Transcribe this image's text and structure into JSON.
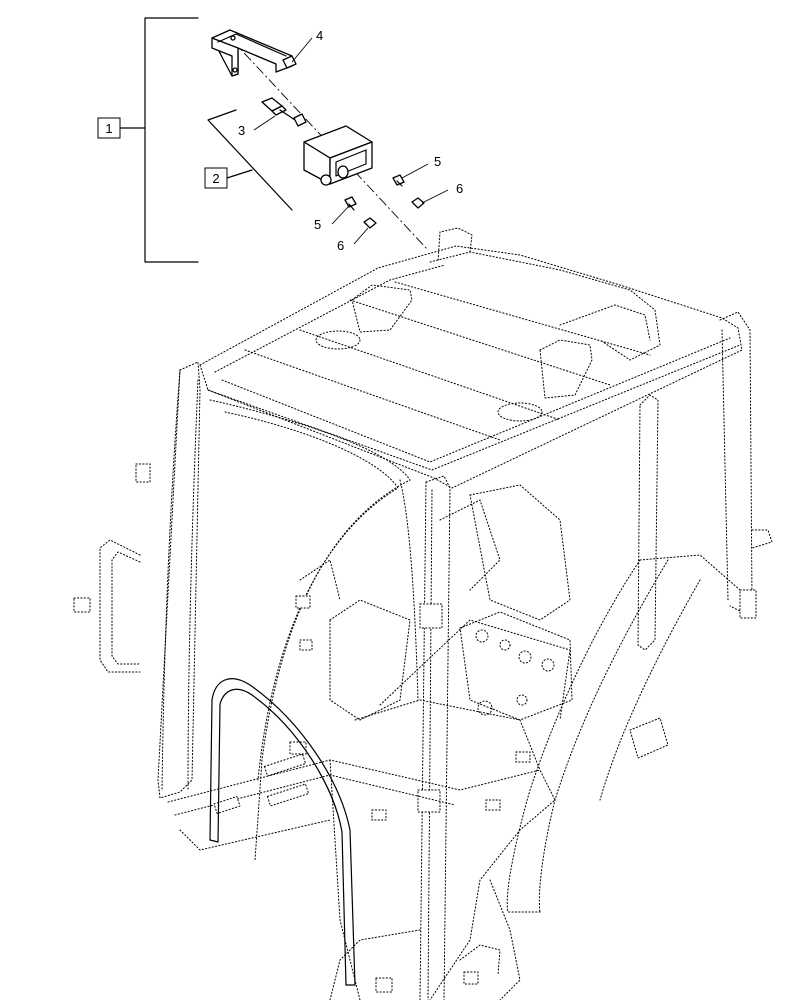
{
  "callouts": {
    "c1": "1",
    "c2": "2",
    "c3": "3",
    "c4": "4",
    "c5a": "5",
    "c5b": "5",
    "c6a": "6",
    "c6b": "6"
  },
  "colors": {
    "line": "#000000",
    "background": "#ffffff"
  }
}
